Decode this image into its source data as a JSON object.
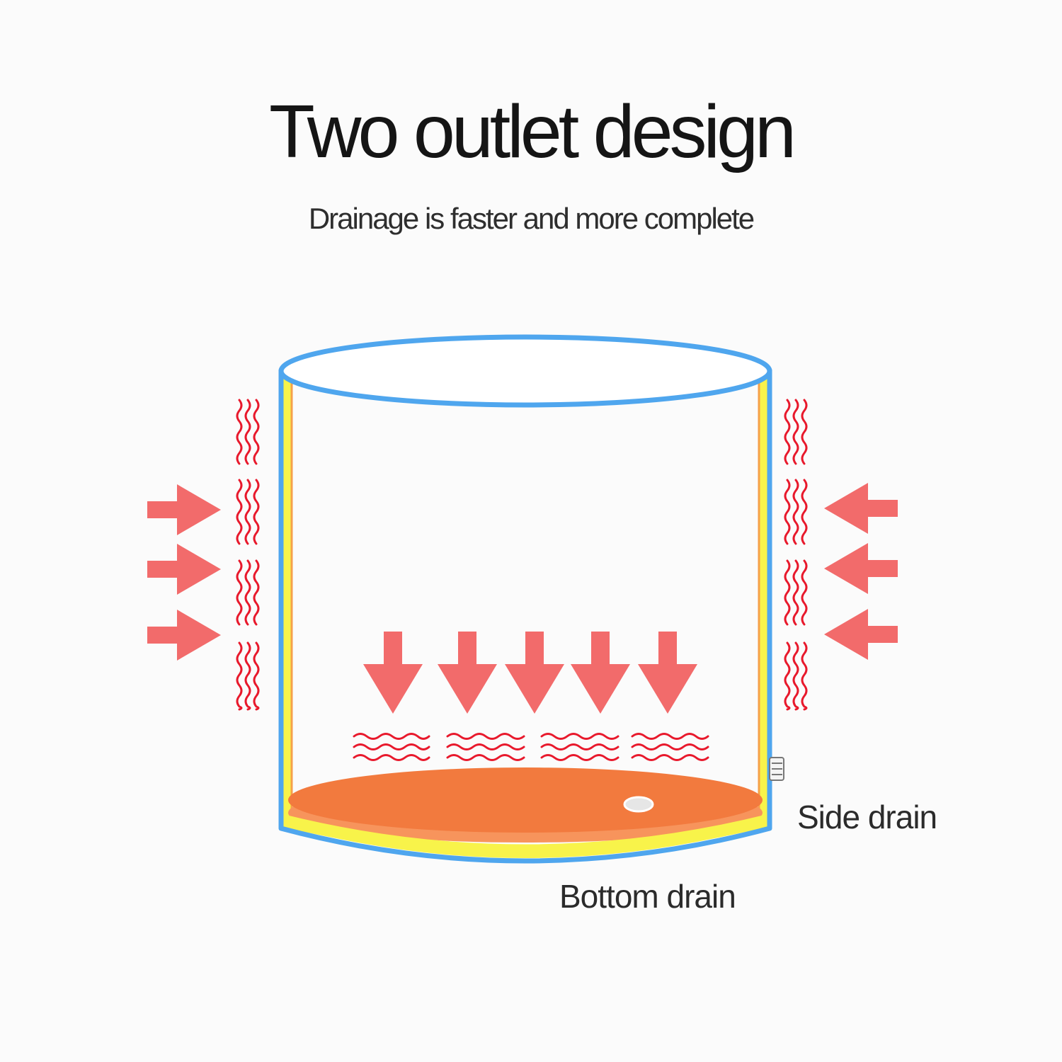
{
  "title": "Two outlet design",
  "subtitle": "Drainage is faster and more complete",
  "labels": {
    "side_drain": "Side drain",
    "bottom_drain": "Bottom drain"
  },
  "colors": {
    "background": "#fbfbfb",
    "container_outline": "#4fa6ee",
    "inner_wall": "#f8f34a",
    "inner_edge": "#f6a04a",
    "bottom_plate": "#f27a3e",
    "bottom_plate_rim": "#f7945c",
    "arrow": "#f26b6b",
    "heat_wave": "#e8192c",
    "drain_hole": "#e6e6e6"
  },
  "icons": {
    "inward_arrow": "arrow-icon",
    "heat_wave": "heat-wave-icon",
    "side_drain": "valve-icon",
    "bottom_drain": "drain-hole-icon"
  }
}
